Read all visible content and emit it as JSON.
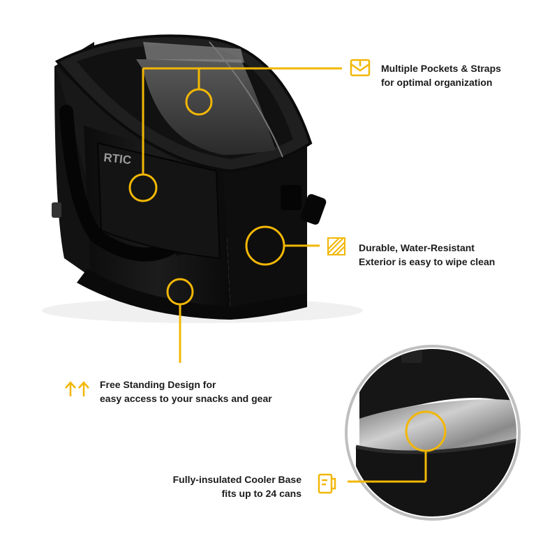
{
  "brand": {
    "logo_text": "RTIC"
  },
  "accent_color": "#F2B705",
  "features": [
    {
      "id": "pockets",
      "icon": "envelope-pocket-icon",
      "line1": "Multiple Pockets & Straps",
      "line2": "for optimal organization"
    },
    {
      "id": "exterior",
      "icon": "textured-fabric-icon",
      "line1": "Durable, Water-Resistant",
      "line2": "Exterior is easy to wipe clean"
    },
    {
      "id": "standing",
      "icon": "double-up-arrow-icon",
      "line1": "Free Standing Design for",
      "line2": "easy access to your snacks and gear"
    },
    {
      "id": "cooler",
      "icon": "cooler-mug-icon",
      "line1": "Fully-insulated Cooler Base",
      "line2": "fits up to 24 cans"
    }
  ]
}
